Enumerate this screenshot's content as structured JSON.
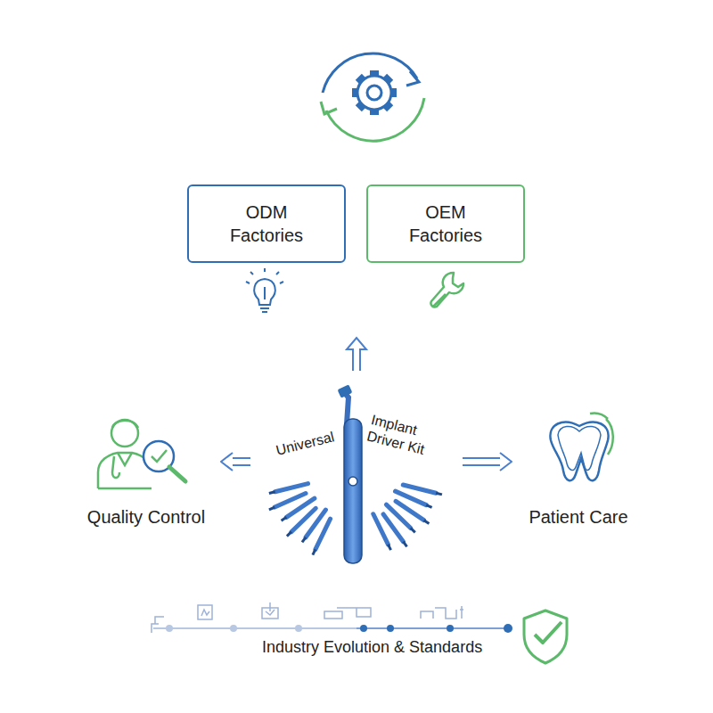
{
  "diagram": {
    "nodes": [
      {
        "text": [
          "ODM Factories"
        ]
      },
      {
        "text": [
          "OEM Factories"
        ]
      },
      {
        "text": [
          "Universal",
          "Implant Driver Kit"
        ]
      },
      {
        "text": [
          "Quality Control"
        ]
      },
      {
        "text": [
          "Patient Care"
        ]
      }
    ],
    "edges": [
      {
        "from": 2,
        "to": 3,
        "arrow": "to"
      },
      {
        "from": 2,
        "to": 4,
        "arrow": "to"
      }
    ],
    "labels": [
      "Industry Evolution & Standards"
    ]
  }
}
